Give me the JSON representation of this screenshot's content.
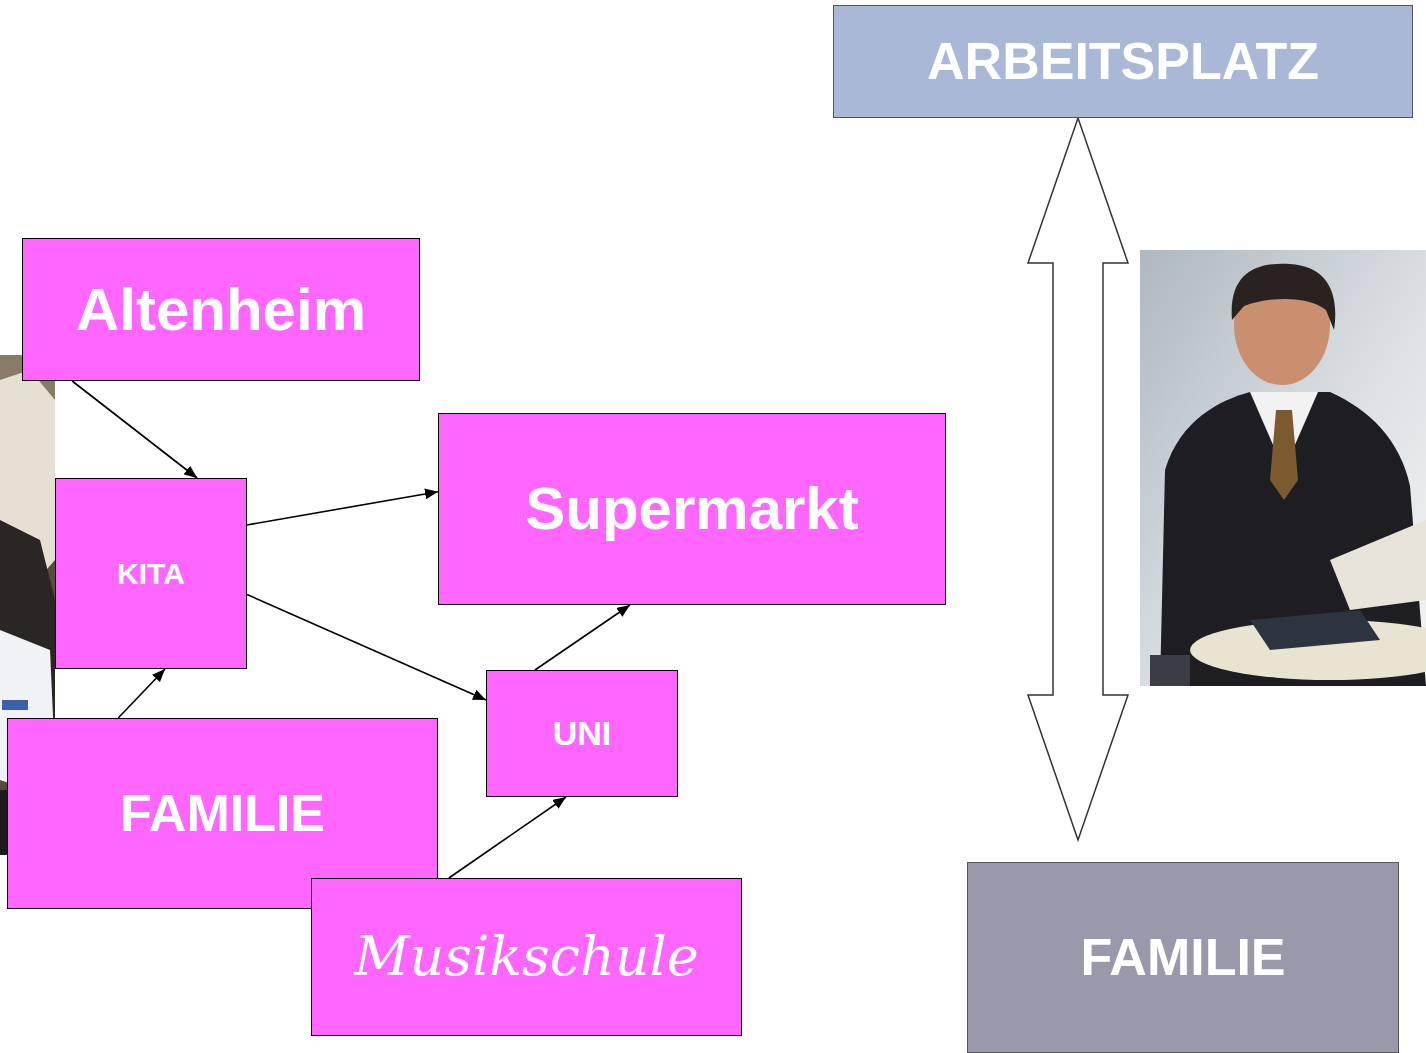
{
  "diagram": {
    "nodes": [
      {
        "text": [
          "ARBEITSPLATZ"
        ]
      },
      {
        "text": [
          "Altenheim"
        ]
      },
      {
        "text": [
          "Supermarkt"
        ]
      },
      {
        "text": [
          "KITA"
        ]
      },
      {
        "text": [
          "UNI"
        ]
      },
      {
        "text": [
          "FAMILIE"
        ]
      },
      {
        "text": [
          "Musikschule"
        ]
      },
      {
        "text": [
          "FAMILIE"
        ]
      }
    ],
    "edges": [
      {
        "from": 1,
        "to": 3,
        "arrow": "to"
      },
      {
        "from": 3,
        "to": 2,
        "arrow": "to"
      },
      {
        "from": 3,
        "to": 4,
        "arrow": "to"
      },
      {
        "from": 5,
        "to": 3,
        "arrow": "to"
      },
      {
        "from": 4,
        "to": 2,
        "arrow": "to"
      },
      {
        "from": 6,
        "to": 4,
        "arrow": "to"
      },
      {
        "from": 0,
        "to": 7,
        "arrow": "both"
      }
    ]
  }
}
